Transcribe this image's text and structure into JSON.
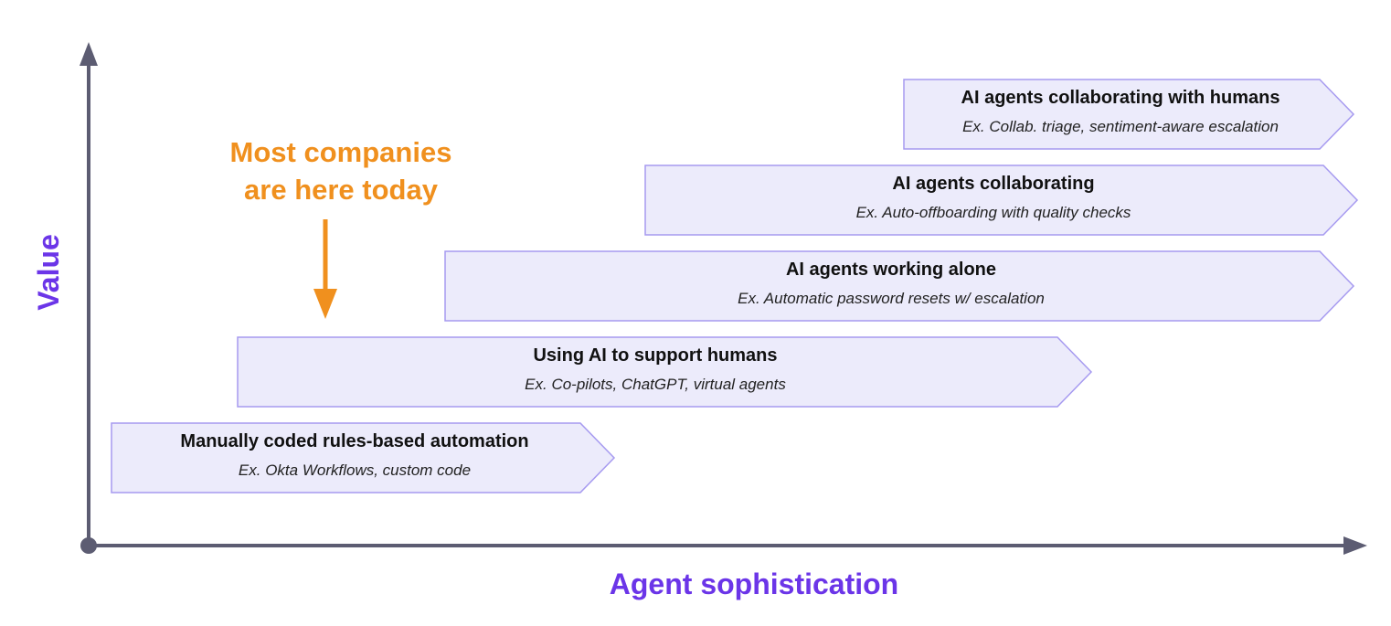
{
  "axes": {
    "y_label": "Value",
    "x_label": "Agent sophistication"
  },
  "callout": {
    "line1": "Most companies",
    "line2": "are here today"
  },
  "stages": [
    {
      "title": "Manually coded rules-based automation",
      "example": "Ex. Okta Workflows, custom code"
    },
    {
      "title": "Using AI to support humans",
      "example": "Ex. Co-pilots, ChatGPT, virtual agents"
    },
    {
      "title": "AI agents working alone",
      "example": "Ex. Automatic password resets w/ escalation"
    },
    {
      "title": "AI agents collaborating",
      "example": "Ex. Auto-offboarding with quality checks"
    },
    {
      "title": "AI agents collaborating with humans",
      "example": "Ex. Collab. triage, sentiment-aware escalation"
    }
  ],
  "colors": {
    "axis": "#5c5c72",
    "axis_label": "#6b35e8",
    "callout": "#f0901e",
    "stage_fill": "#ecebfb",
    "stage_stroke": "#a69af0"
  }
}
